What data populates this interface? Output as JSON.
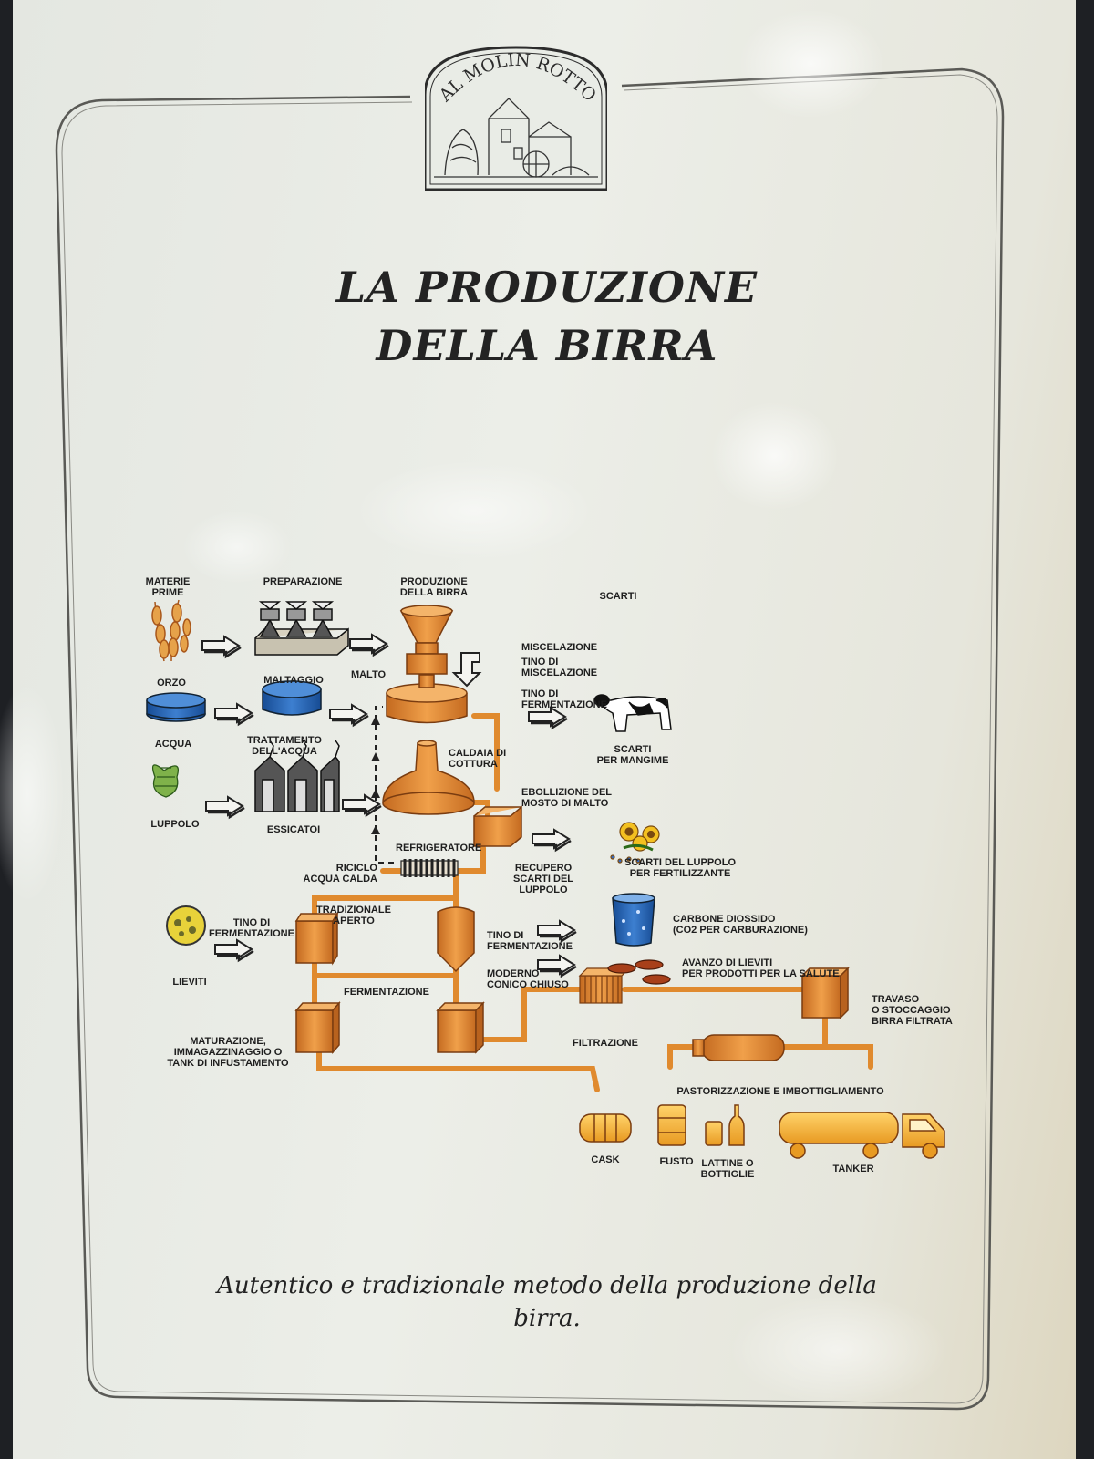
{
  "logo": {
    "text": "AL MOLIN ROTTO"
  },
  "title": {
    "line1": "LA PRODUZIONE",
    "line2": "DELLA BIRRA"
  },
  "columns": {
    "materie_prime": "MATERIE\nPRIME",
    "preparazione": "PREPARAZIONE",
    "produzione": "PRODUZIONE\nDELLA BIRRA",
    "scarti": "SCARTI"
  },
  "labels": {
    "orzo": "ORZO",
    "maltaggio": "MALTAGGIO",
    "malto": "MALTO",
    "acqua": "ACQUA",
    "trattamento": "TRATTAMENTO\nDELL'ACQUA",
    "luppolo": "LUPPOLO",
    "essicatoi": "ESSICATOI",
    "miscelazione": "MISCELAZIONE",
    "tino_miscelazione": "TINO DI\nMISCELAZIONE",
    "tino_fermentazione_top": "TINO DI\nFERMENTAZIONE",
    "scarti_mangime": "SCARTI\nPER MANGIME",
    "caldaia": "CALDAIA DI\nCOTTURA",
    "ebollizione": "EBOLLIZIONE DEL\nMOSTO DI MALTO",
    "refrigeratore": "REFRIGERATORE",
    "scarti_luppolo": "SCARTI DEL LUPPOLO\nPER FERTILIZZANTE",
    "riciclo": "RICICLO\nACQUA CALDA",
    "recupero": "RECUPERO\nSCARTI DEL\nLUPPOLO",
    "tradizionale": "TRADIZIONALE\nAPERTO",
    "carbone": "CARBONE DIOSSIDO\n(CO2 PER CARBURAZIONE)",
    "tino_fermentazione_left": "TINO DI\nFERMENTAZIONE",
    "tino_fermentazione_mid": "TINO DI\nFERMENTAZIONE",
    "avanzo": "AVANZO DI LIEVITI\nPER PRODOTTI PER LA SALUTE",
    "lieviti": "LIEVITI",
    "fermentazione": "FERMENTAZIONE",
    "moderno": "MODERNO\nCONICO CHIUSO",
    "travaso": "TRAVASO\nO STOCCAGGIO\nBIRRA FILTRATA",
    "maturazione": "MATURAZIONE,\nIMMAGAZZINAGGIO O\nTANK DI INFUSTAMENTO",
    "filtrazione": "FILTRAZIONE",
    "pastorizzazione": "PASTORIZZAZIONE E IMBOTTIGLIAMENTO",
    "cask": "CASK",
    "fusto": "FUSTO",
    "lattine": "LATTINE O\nBOTTIGLIE",
    "tanker": "TANKER"
  },
  "caption": "Autentico e tradizionale metodo della produzione della\nbirra.",
  "colors": {
    "copper": "#e08a2e",
    "copper_dark": "#a8561a",
    "blue": "#1f5fae",
    "border": "#5a5a56"
  }
}
